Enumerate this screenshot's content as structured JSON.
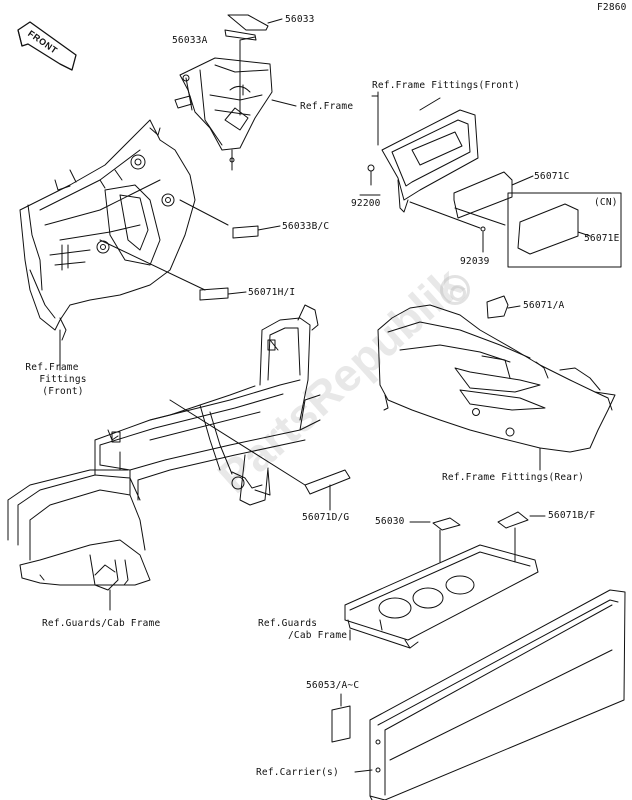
{
  "page_code": "F2860",
  "watermark": "PartsRepublik",
  "front_arrow": {
    "text": "FRONT"
  },
  "labels": {
    "p56033": "56033",
    "p56033A": "56033A",
    "ref_frame": "Ref.Frame",
    "ref_frame_fittings_front_top": "Ref.Frame Fittings(Front)",
    "p56071C": "56071C",
    "p92200": "92200",
    "cn": "(CN)",
    "p56071E": "56071E",
    "p92039": "92039",
    "p56033BC": "56033B/C",
    "p56071HI": "56071H/I",
    "p56071A": "56071/A",
    "ref_frame_fittings_left_1": "Ref.Frame",
    "ref_frame_fittings_left_2": "Fittings",
    "ref_frame_fittings_left_3": "(Front)",
    "ref_frame_fittings_rear": "Ref.Frame Fittings(Rear)",
    "p56071DG": "56071D/G",
    "p56030": "56030",
    "p56071BF": "56071B/F",
    "ref_guards_cab_left": "Ref.Guards/Cab Frame",
    "ref_guards_cab_mid_1": "Ref.Guards",
    "ref_guards_cab_mid_2": "/Cab Frame",
    "p56053AC": "56053/A~C",
    "ref_carriers": "Ref.Carrier(s)"
  }
}
